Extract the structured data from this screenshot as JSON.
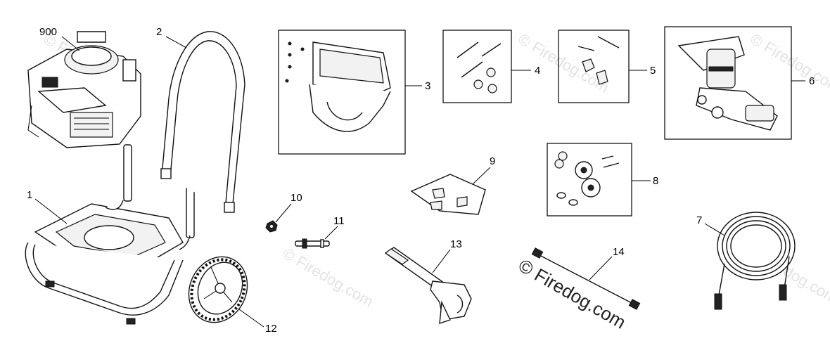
{
  "watermark": {
    "main": "© Firedog.com",
    "faint": "© Firedog.com"
  },
  "callouts": {
    "c900": "900",
    "c1": "1",
    "c2": "2",
    "c3": "3",
    "c4": "4",
    "c5": "5",
    "c6": "6",
    "c7": "7",
    "c8": "8",
    "c9": "9",
    "c10": "10",
    "c11": "11",
    "c12": "12",
    "c13": "13",
    "c14": "14"
  }
}
